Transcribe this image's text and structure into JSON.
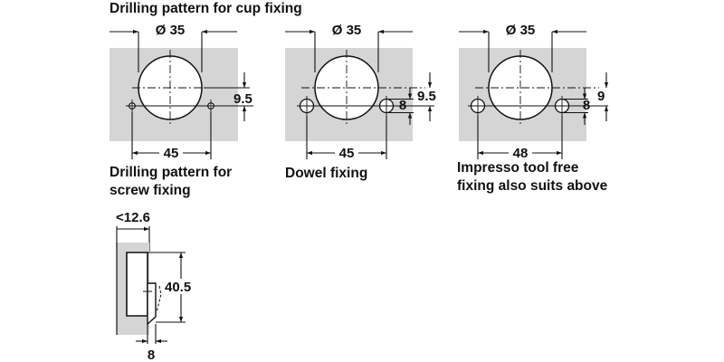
{
  "heading": "Drilling pattern for cup fixing",
  "patterns": {
    "screw": {
      "caption_line1": "Drilling pattern for",
      "caption_line2": "screw fixing",
      "diameter": "Ø 35",
      "offset": "9.5",
      "spacing": "45"
    },
    "dowel": {
      "caption": "Dowel fixing",
      "diameter": "Ø 35",
      "offset": "9.5",
      "hole": "8",
      "spacing": "45"
    },
    "impresso": {
      "caption_line1": "Impresso tool free",
      "caption_line2": "fixing also suits above",
      "diameter": "Ø 35",
      "offset": "9",
      "hole": "8",
      "spacing": "48"
    }
  },
  "side_view": {
    "max_depth": "<12.6",
    "height": "40.5",
    "width": "8"
  },
  "colors": {
    "panel": "#d5d5d5",
    "line": "#111111"
  }
}
